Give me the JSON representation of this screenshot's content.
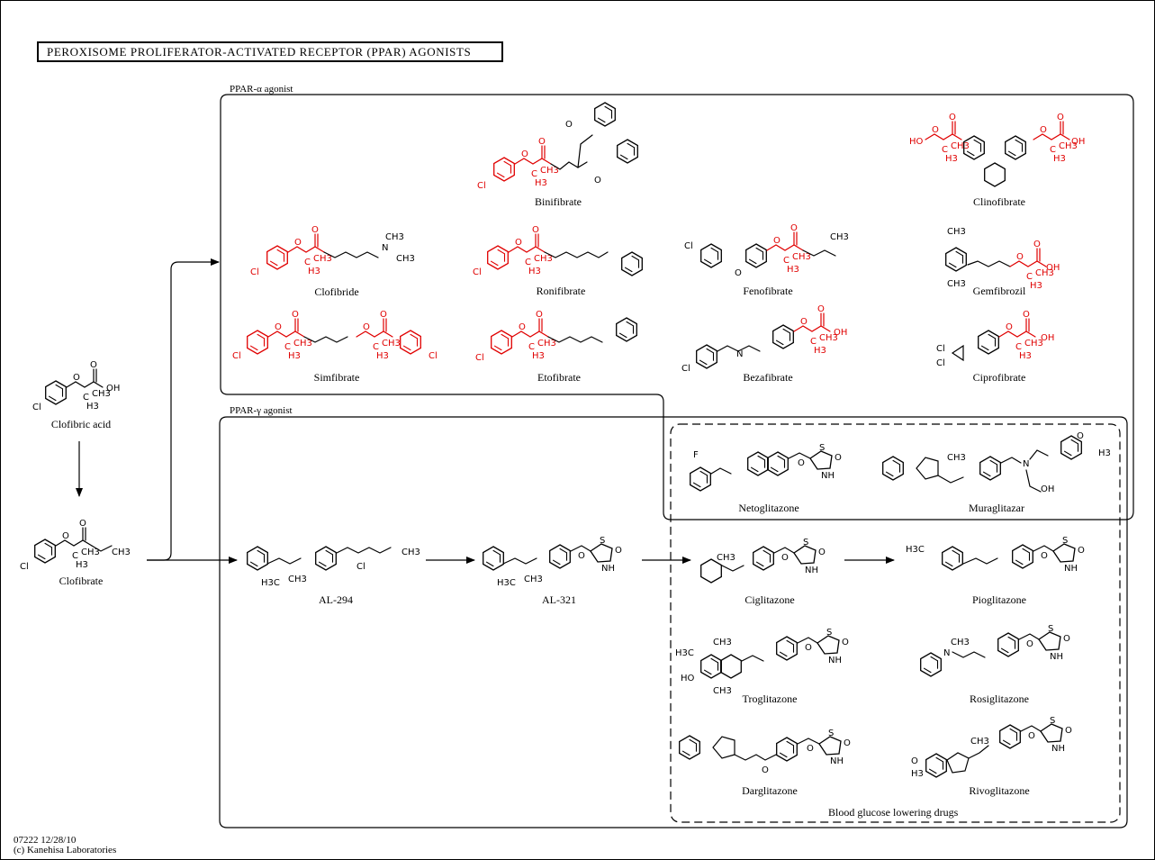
{
  "title": "PEROXISOME PROLIFERATOR-ACTIVATED RECEPTOR (PPAR) AGONISTS",
  "groups": {
    "alpha": "PPAR-α  agonist",
    "gamma": "PPAR-γ  agonist",
    "glucose": "Blood glucose lowering drugs"
  },
  "compounds": {
    "clofibric_acid": "Clofibric acid",
    "clofibrate": "Clofibrate",
    "binifibrate": "Binifibrate",
    "clinofibrate": "Clinofibrate",
    "clofibride": "Clofibride",
    "ronifibrate": "Ronifibrate",
    "fenofibrate": "Fenofibrate",
    "gemfibrozil": "Gemfibrozil",
    "simfibrate": "Simfibrate",
    "etofibrate": "Etofibrate",
    "bezafibrate": "Bezafibrate",
    "ciprofibrate": "Ciprofibrate",
    "netoglitazone": "Netoglitazone",
    "muraglitazar": "Muraglitazar",
    "al294": "AL-294",
    "al321": "AL-321",
    "ciglitazone": "Ciglitazone",
    "pioglitazone": "Pioglitazone",
    "troglitazone": "Troglitazone",
    "rosiglitazone": "Rosiglitazone",
    "darglitazone": "Darglitazone",
    "rivoglitazone": "Rivoglitazone"
  },
  "atoms": {
    "cl": "Cl",
    "o": "O",
    "oh": "OH",
    "ho": "HO",
    "n": "N",
    "nh": "NH",
    "s": "S",
    "f": "F",
    "ch3": "CH3",
    "h3c": "H3C",
    "h3": "H3",
    "c": "C"
  },
  "colors": {
    "fibrate_core": "#e00000",
    "ink": "#000000"
  },
  "footer": {
    "code": "07222 12/28/10",
    "copyright": "(c) Kanehisa Laboratories"
  }
}
